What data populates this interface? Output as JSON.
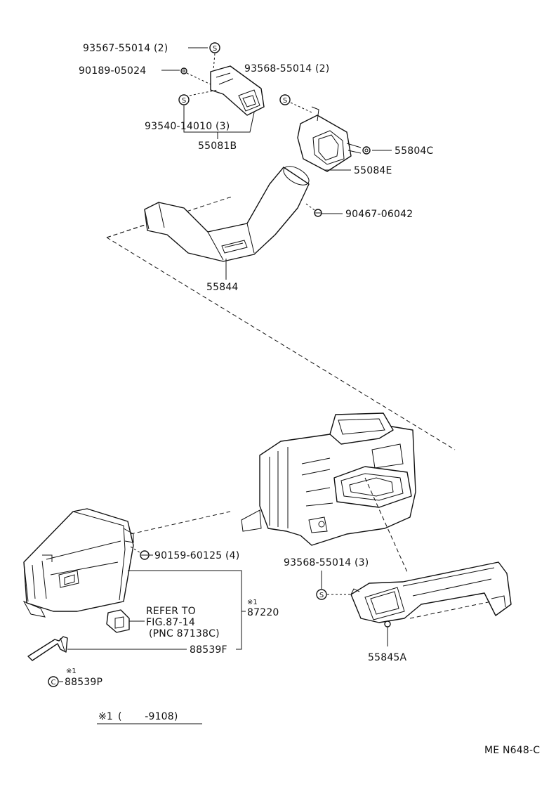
{
  "callouts": [
    {
      "text": "93567-55014 (2)"
    },
    {
      "text": "90189-05024"
    },
    {
      "text": "93568-55014 (2)"
    },
    {
      "text": "93540-14010 (3)"
    },
    {
      "text": "55081B"
    },
    {
      "text": "55804C"
    },
    {
      "text": "55084E"
    },
    {
      "text": "90467-06042"
    },
    {
      "text": "55844"
    },
    {
      "text": "90159-60125 (4)"
    },
    {
      "text": "93568-55014 (3)"
    },
    {
      "text": "87220"
    },
    {
      "text": "88539F"
    },
    {
      "text": "88539P"
    },
    {
      "text": "55845A"
    }
  ],
  "fastener_marks": {
    "screw": "S",
    "clip": "C"
  },
  "reference_note": [
    "REFER TO",
    "FIG.87-14",
    "(PNC 87138C)"
  ],
  "applicability_mark": "※1",
  "footnote": {
    "mark": "※1",
    "text": "(       -9108)"
  },
  "figure_code": "ME N648-C"
}
